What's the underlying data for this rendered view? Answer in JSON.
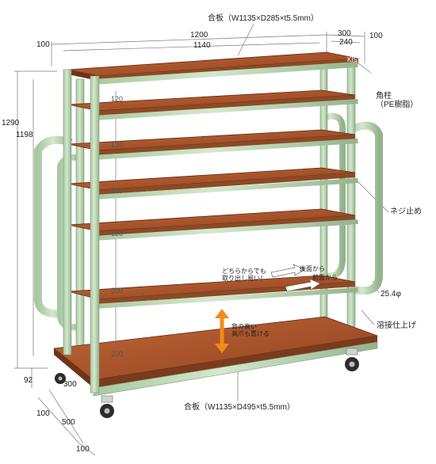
{
  "annotations": {
    "top_board": "合板（W1135×D285×t5.5mm）",
    "bottom_board": "合板（W1135×D495×t5.5mm）",
    "corner_post": "角柱\n（PE樹脂）",
    "screw_fix": "ネジ止め",
    "pipe_diameter": "25.4φ",
    "welded_finish": "溶接仕上げ",
    "access_text": "どちらからでも\n取り出し易い！",
    "back_label": "後面から",
    "front_label": "前面から",
    "tall_items": "背の高い\n高爪も置ける",
    "logo": "KIS"
  },
  "dimensions": {
    "width_1200": "1200",
    "width_1140": "1140",
    "left_100": "100",
    "depth_300": "300",
    "depth_240": "240",
    "right_100": "100",
    "height_1290": "1290",
    "height_1198": "1198",
    "pitch": [
      "120",
      "120",
      "120",
      "120",
      "200",
      "200"
    ],
    "base_92": "92",
    "base_300": "300",
    "base_100_left": "100",
    "base_500": "500",
    "base_100_bottom": "100"
  },
  "colors": {
    "frame": "#b9d6b1",
    "frame_dark": "#8fae87",
    "shelf_top": "#b15a2f",
    "shelf_edge": "#6e3418",
    "arrow": "#f08c1c"
  }
}
